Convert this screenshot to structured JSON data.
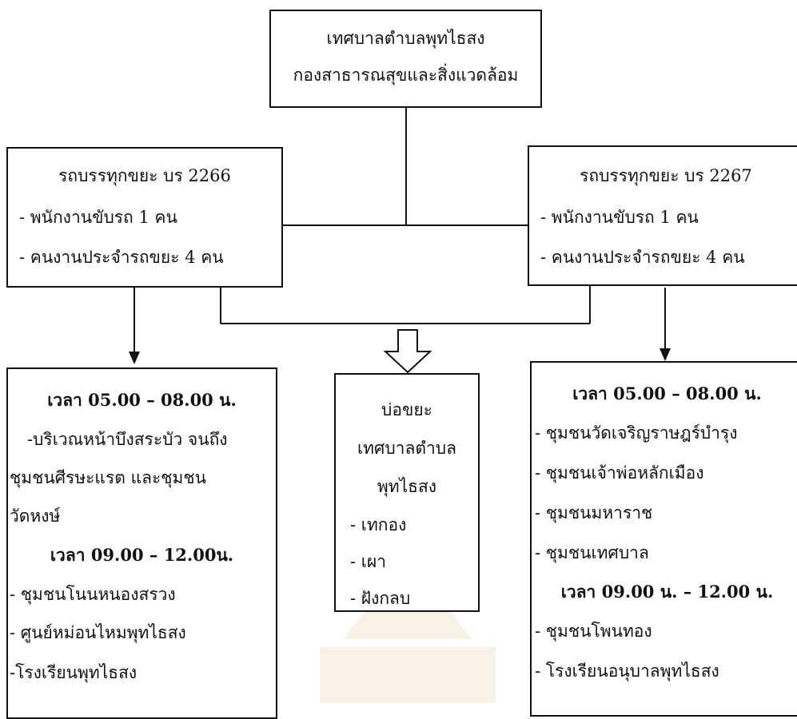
{
  "top_box": {
    "line1": "เทศบาลตำบลพุทไธสง",
    "line2": "กองสาธารณสุขและสิ่งแวดล้อม"
  },
  "truck_left": {
    "title": "รถบรรทุกขยะ บร 2266",
    "driver": "- พนักงานขับรถ 1 คน",
    "crew": "- คนงานประจำรถขยะ 4  คน"
  },
  "truck_right": {
    "title": "รถบรรทุกขยะ บร 2267",
    "driver": "- พนักงานขับรถ 1 คน",
    "crew": "- คนงานประจำรถขยะ 4 คน"
  },
  "route_left": {
    "time1": "เวลา 05.00 – 08.00  น.",
    "l1": "-บริเวณหน้าบึงสระบัว จนถึง",
    "l2": "ชุมชนศีรษะแรต และชุมชน",
    "l3": "วัดหงษ์",
    "time2": "เวลา 09.00 – 12.00น.",
    "l4": "- ชุมชนโนนหนองสรวง",
    "l5": "- ศูนย์หม่อนไหมพุทไธสง",
    "l6": "-โรงเรียนพุทไธสง"
  },
  "dump_site": {
    "l1": "บ่อขยะ",
    "l2": "เทศบาลตำบล",
    "l3": "พุทไธสง",
    "l4": "- เทกอง",
    "l5": "- เผา",
    "l6": "- ฝังกลบ"
  },
  "route_right": {
    "time1": "เวลา 05.00 – 08.00  น.",
    "l1": "- ชุมชนวัดเจริญราษฎร์บำรุง",
    "l2": "- ชุมชนเจ้าพ่อหลักเมือง",
    "l3": "- ชุมชนมหาราช",
    "l4": "- ชุมชนเทศบาล",
    "time2": "เวลา 09.00 น. – 12.00 น.",
    "l5": "- ชุมชนโพนทอง",
    "l6": "- โรงเรียนอนุบาลพุทไธสง"
  }
}
